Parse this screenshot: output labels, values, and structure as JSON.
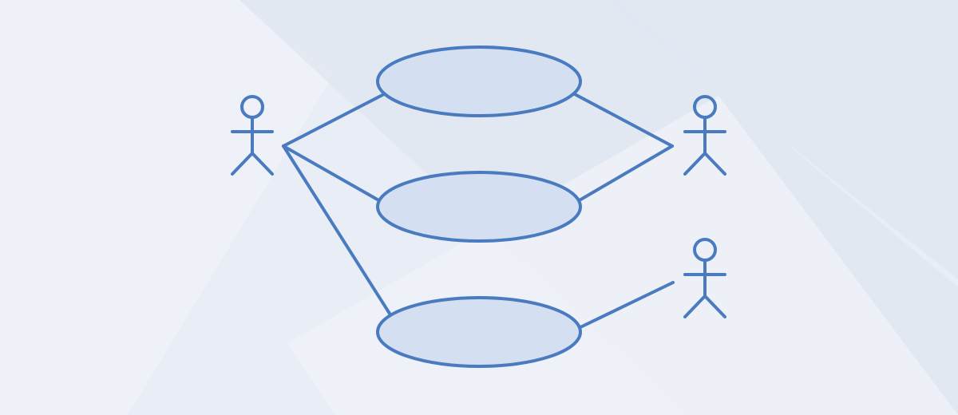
{
  "diagram": {
    "type": "use-case",
    "colors": {
      "background": "#e9edf5",
      "background_facet_light": "#eef1f7",
      "background_facet_dark": "#e1e7f2",
      "stroke": "#4a7bc0",
      "use_case_fill": "#d4e0f1"
    },
    "actors": [
      {
        "id": "actor-left"
      },
      {
        "id": "actor-right-top"
      },
      {
        "id": "actor-right-bottom"
      }
    ],
    "use_cases": [
      {
        "id": "use-case-top",
        "label": ""
      },
      {
        "id": "use-case-middle",
        "label": ""
      },
      {
        "id": "use-case-bottom",
        "label": ""
      }
    ],
    "associations": [
      {
        "from": "actor-left",
        "to": "use-case-top"
      },
      {
        "from": "actor-left",
        "to": "use-case-middle"
      },
      {
        "from": "actor-left",
        "to": "use-case-bottom"
      },
      {
        "from": "actor-right-top",
        "to": "use-case-top"
      },
      {
        "from": "actor-right-top",
        "to": "use-case-middle"
      },
      {
        "from": "actor-right-bottom",
        "to": "use-case-bottom"
      }
    ]
  }
}
